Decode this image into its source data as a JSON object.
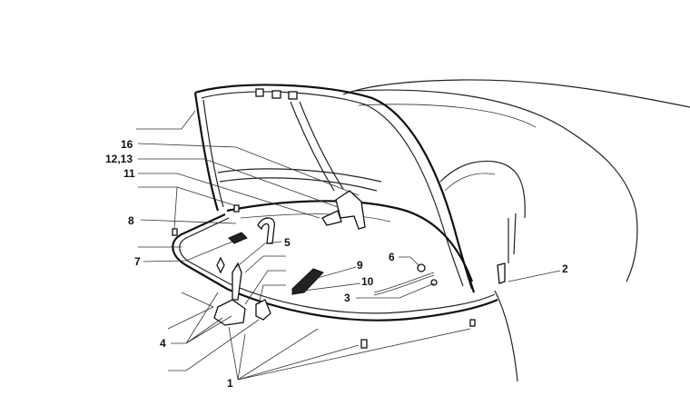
{
  "diagram": {
    "type": "exploded parts diagram",
    "labels": {
      "l16": "16",
      "l12_13": "12,13",
      "l11": "11",
      "l8": "8",
      "l7": "7",
      "l5": "5",
      "l9": "9",
      "l10": "10",
      "l6": "6",
      "l3": "3",
      "l2": "2",
      "l4": "4",
      "l1": "1"
    }
  }
}
